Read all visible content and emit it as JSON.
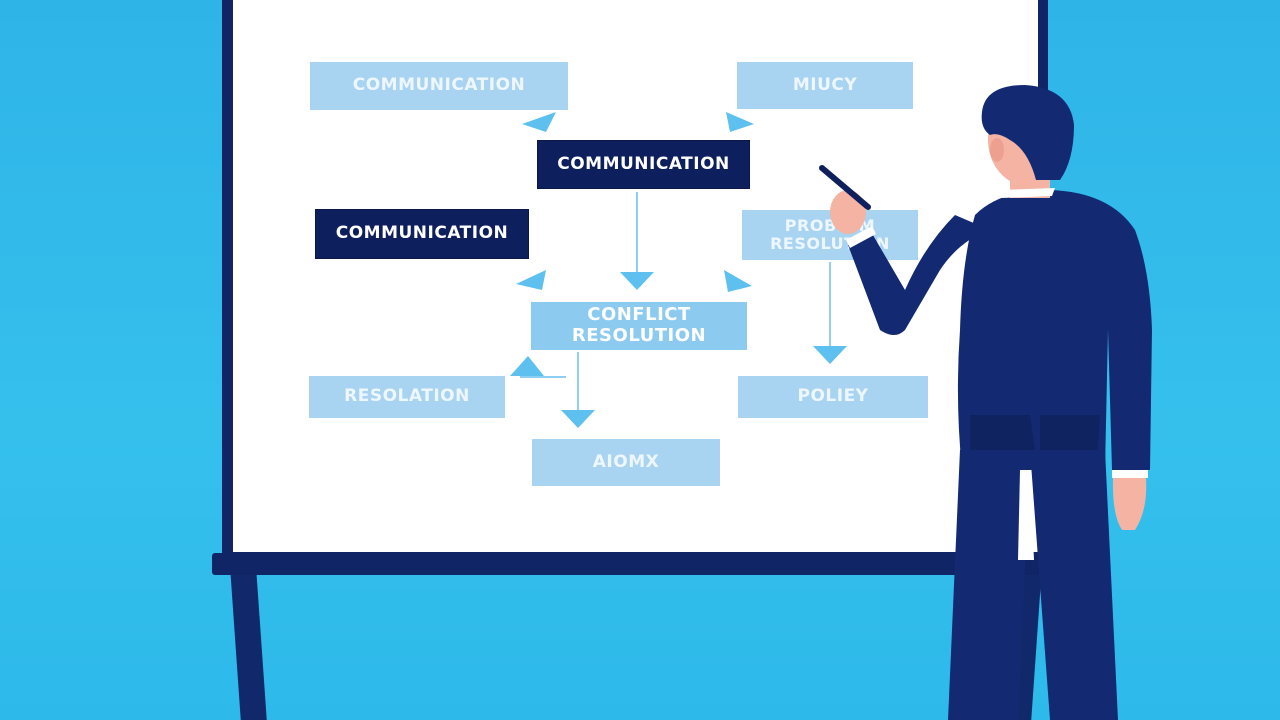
{
  "scene": {
    "description": "Businessman in navy suit pointing with a pen at a whiteboard flowchart",
    "colors": {
      "background": "#35c0ec",
      "board_frame": "#0f2566",
      "board_surface": "#ffffff",
      "node_light": "#a8d4f2",
      "node_dark": "#0d1f5c",
      "arrow": "#5ec0ee",
      "suit": "#132a72",
      "skin": "#f4b3a3"
    }
  },
  "flowchart": {
    "nodes": [
      {
        "id": "top-left",
        "label": "COMMUNICATION",
        "style": "light"
      },
      {
        "id": "top-right",
        "label": "MIUCY",
        "style": "light"
      },
      {
        "id": "center-top",
        "label": "COMMUNICATION",
        "style": "dark"
      },
      {
        "id": "left-middle",
        "label": "COMMUNICATION",
        "style": "dark"
      },
      {
        "id": "right-middle",
        "label": "PROBLEM\nRESOLUTION",
        "style": "light"
      },
      {
        "id": "center",
        "label": "CONFLICT\nRESOLUTION",
        "style": "mid"
      },
      {
        "id": "bottom-left",
        "label": "RESOLATION",
        "style": "light"
      },
      {
        "id": "bottom-right",
        "label": "POLIEY",
        "style": "light"
      },
      {
        "id": "bottom-center",
        "label": "AIOMX",
        "style": "light"
      }
    ]
  }
}
